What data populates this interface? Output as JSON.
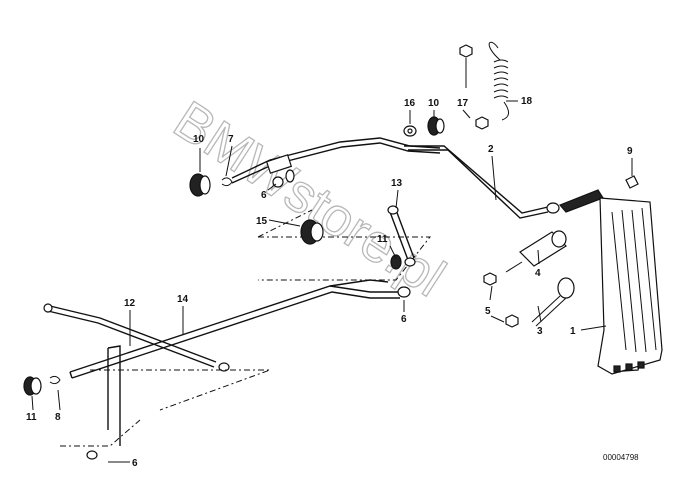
{
  "watermark": "BMWstore.pl",
  "drawing_code": "00004798",
  "callouts": [
    {
      "id": "c1",
      "text": "1"
    },
    {
      "id": "c2",
      "text": "2"
    },
    {
      "id": "c3",
      "text": "3"
    },
    {
      "id": "c4",
      "text": "4"
    },
    {
      "id": "c5",
      "text": "5"
    },
    {
      "id": "c6a",
      "text": "6"
    },
    {
      "id": "c6b",
      "text": "6"
    },
    {
      "id": "c6c",
      "text": "6"
    },
    {
      "id": "c7",
      "text": "7"
    },
    {
      "id": "c8",
      "text": "8"
    },
    {
      "id": "c9",
      "text": "9"
    },
    {
      "id": "c10a",
      "text": "10"
    },
    {
      "id": "c10b",
      "text": "10"
    },
    {
      "id": "c11a",
      "text": "11"
    },
    {
      "id": "c11b",
      "text": "11"
    },
    {
      "id": "c12",
      "text": "12"
    },
    {
      "id": "c13",
      "text": "13"
    },
    {
      "id": "c14",
      "text": "14"
    },
    {
      "id": "c15",
      "text": "15"
    },
    {
      "id": "c16",
      "text": "16"
    },
    {
      "id": "c17",
      "text": "17"
    },
    {
      "id": "c18",
      "text": "18"
    }
  ]
}
